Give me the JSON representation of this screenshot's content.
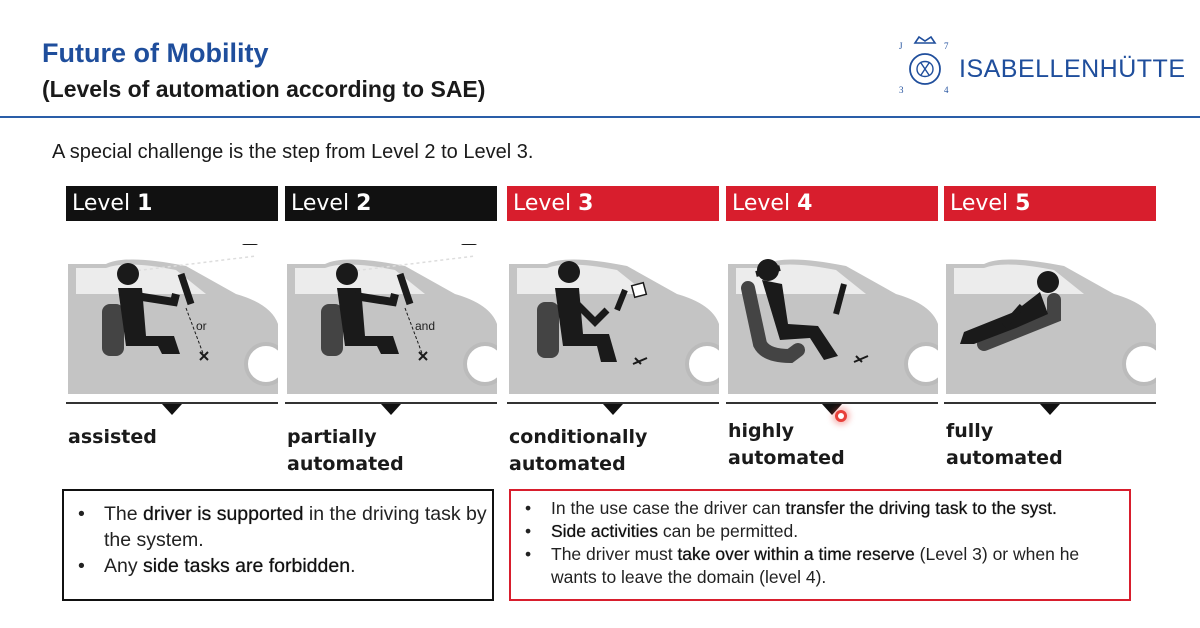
{
  "header": {
    "title": "Future of Mobility",
    "subtitle": "(Levels of automation according to SAE)",
    "logo_text": "ISABELLENHÜTTE",
    "logo_marks": [
      "J",
      "7",
      "3",
      "4"
    ]
  },
  "intro": "A special challenge is the step from Level 2 to Level 3.",
  "levels": [
    {
      "word": "Level",
      "num": "1",
      "name_line1": "assisted",
      "name_line2": "",
      "mark": "or"
    },
    {
      "word": "Level",
      "num": "2",
      "name_line1": "partially",
      "name_line2": "automated",
      "mark": "and"
    },
    {
      "word": "Level",
      "num": "3",
      "name_line1": "conditionally",
      "name_line2": "automated",
      "mark": ""
    },
    {
      "word": "Level",
      "num": "4",
      "name_line1": "highly",
      "name_line2": "automated",
      "mark": ""
    },
    {
      "word": "Level",
      "num": "5",
      "name_line1": "fully",
      "name_line2": "automated",
      "mark": ""
    }
  ],
  "box_left": {
    "b1_pre": "The ",
    "b1_hl": "driver is supported",
    "b1_post": " in the driving task by the system.",
    "b2_pre": "Any ",
    "b2_hl": "side tasks are forbidden",
    "b2_post": "."
  },
  "box_right": {
    "b1_pre": "In the use case the driver can ",
    "b1_hl": "transfer the driving task to the syst.",
    "b2_hl": "Side activities",
    "b2_post": " can be permitted.",
    "b3_pre": "The driver must ",
    "b3_hl": "take over within a time reserve",
    "b3_post": " (Level 3) or when he wants to leave the domain (level 4)."
  },
  "colors": {
    "title_blue": "#1f4e9c",
    "header_black": "#111111",
    "header_red": "#d81e2d",
    "car_gray": "#c4c4c4",
    "person": "#1a1a1a"
  }
}
